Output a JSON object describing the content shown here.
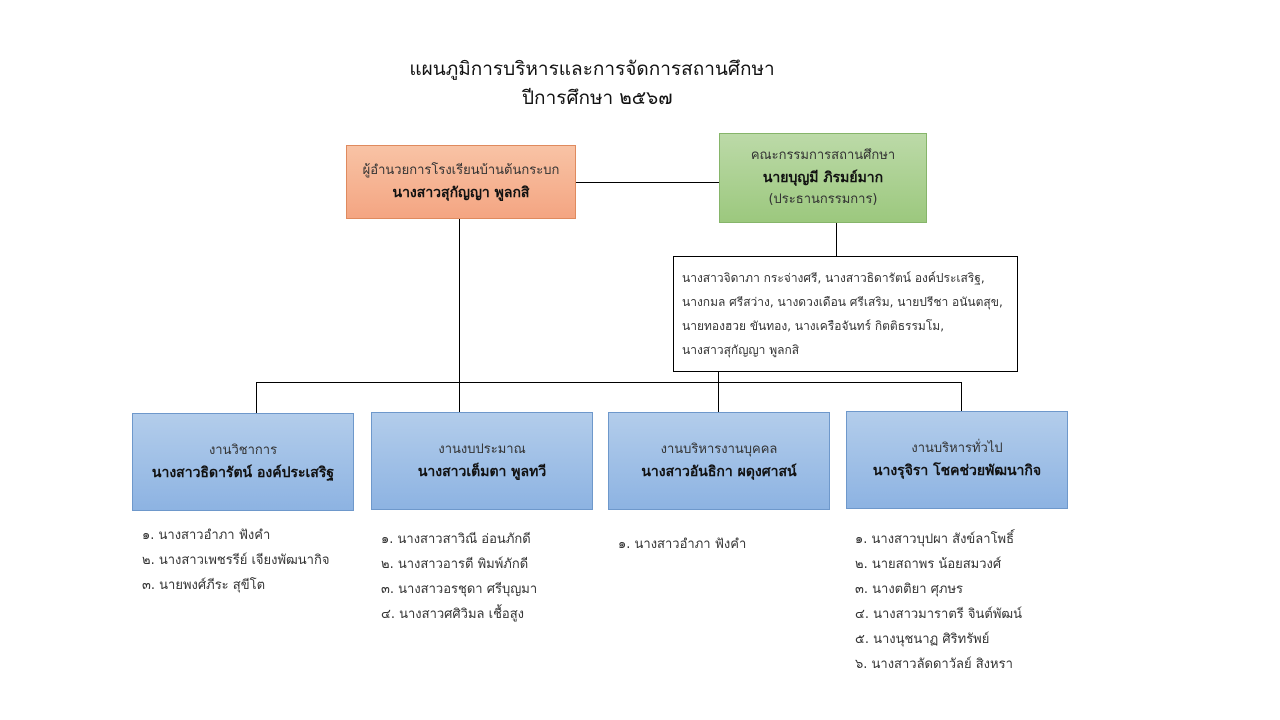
{
  "title": {
    "line1": "แผนภูมิการบริหารและการจัดการสถานศึกษา",
    "line2": "ปีการศึกษา ๒๕๖๗"
  },
  "director": {
    "role": "ผู้อำนวยการโรงเรียนบ้านต้นกระบก",
    "name": "นางสาวสุกัญญา  พูลกสิ"
  },
  "committee": {
    "role": "คณะกรรมการสถานศึกษา",
    "name": "นายบุญมี  ภิรมย์มาก",
    "position": "(ประธานกรรมการ)"
  },
  "committee_members": [
    "นางสาวจิดาภา  กระจ่างศรี, นางสาวธิดารัตน์  องค์ประเสริฐ,",
    "นางกมล  ศรีสว่าง, นางดวงเดือน  ศรีเสริม, นายปรีชา  อนันตสุข,",
    "นายทองฮวย  ขันทอง, นางเครือจันทร์  กิตติธรรมโม,",
    "นางสาวสุกัญญา  พูลกสิ"
  ],
  "departments": [
    {
      "role": "งานวิชาการ",
      "name": "นางสาวธิดารัตน์   องค์ประเสริฐ",
      "staff": [
        "๑. นางสาวอำภา  ฟังคำ",
        "๒. นางสาวเพชรรีย์  เจียงพัฒนากิจ",
        "๓. นายพงศ์ภีระ  สุขีโต"
      ]
    },
    {
      "role": "งานงบประมาณ",
      "name": "นางสาวเต็มตา   พูลทวี",
      "staff": [
        "๑. นางสาวสาวิณี  อ่อนภักดี",
        "๒. นางสาวอารตี  พิมพ์ภักดี",
        "๓. นางสาวอรชุดา  ศรีบุญมา",
        "๔. นางสาวศศิวิมล  เชื้อสูง"
      ]
    },
    {
      "role": "งานบริหารงานบุคคล",
      "name": "นางสาวอันธิกา   ผดุงศาสน์",
      "staff": [
        "๑. นางสาวอำภา  ฟังคำ"
      ]
    },
    {
      "role": "งานบริหารทั่วไป",
      "name": "นางรุจิรา  โชคช่วยพัฒนากิจ",
      "staff": [
        "๑. นางสาวบุปผา  สังข์ลาโพธิ์",
        "๒. นายสถาพร  น้อยสมวงศ์",
        "๓. นางตติยา  ศุภษร",
        "๔. นางสาวมาราตรี  จินต์พัฒน์",
        "๕. นางนุชนาฏ  ศิริทรัพย์",
        "๖. นางสาวลัดดาวัลย์  สิงหรา"
      ]
    }
  ],
  "colors": {
    "director": "#f4a582",
    "committee": "#9cc87e",
    "department": "#8db3e2"
  }
}
